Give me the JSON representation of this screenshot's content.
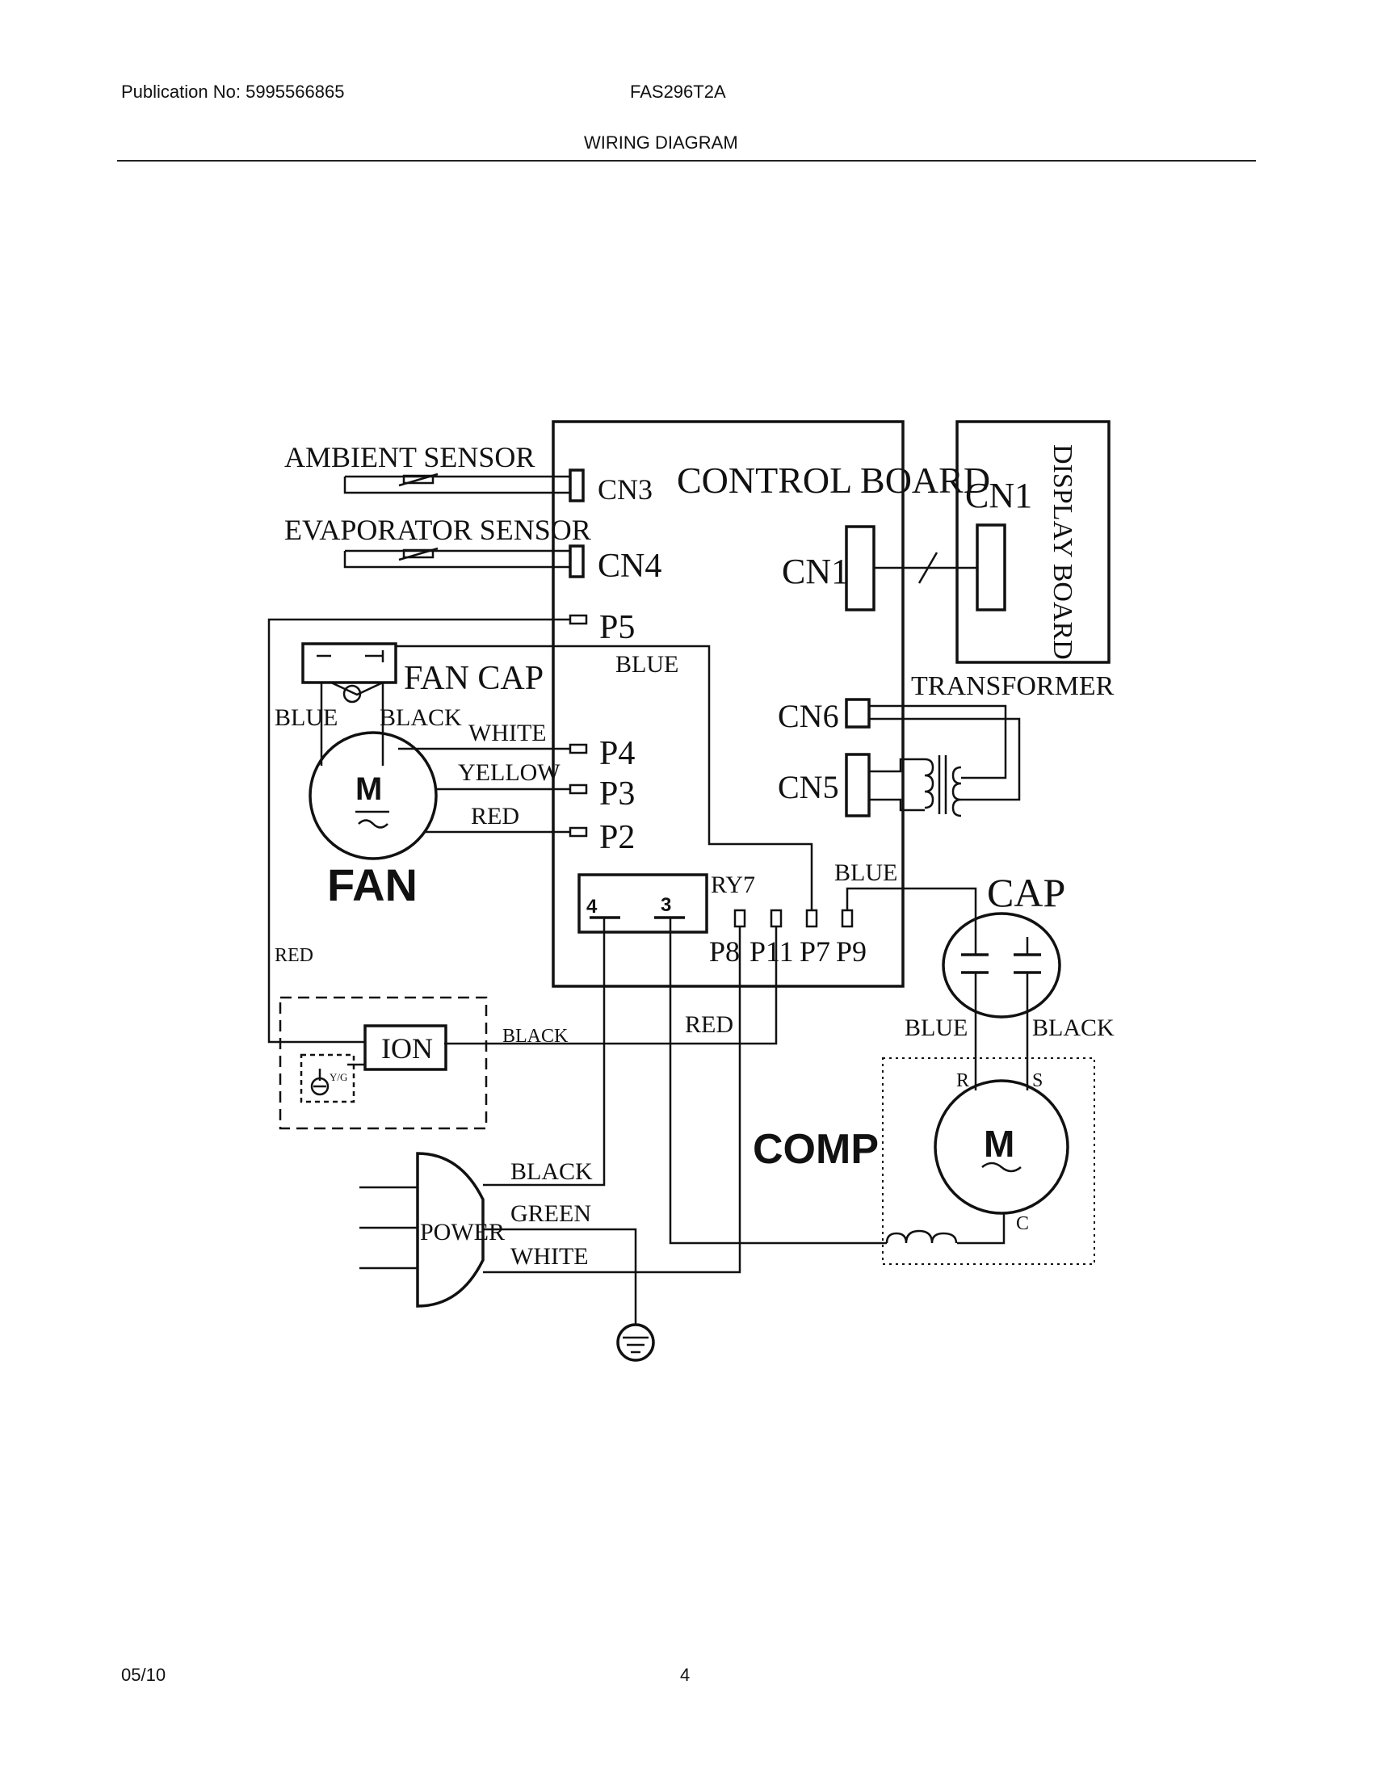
{
  "header": {
    "publication": "Publication No: 5995566865",
    "model": "FAS296T2A",
    "section_title": "WIRING DIAGRAM"
  },
  "footer": {
    "date": "05/10",
    "page_number": "4"
  },
  "diagram": {
    "control_board": "CONTROL BOARD",
    "display_board": "DISPLAY BOARD",
    "ambient_sensor": "AMBIENT SENSOR",
    "evaporator_sensor": "EVAPORATOR SENSOR",
    "connectors": {
      "cn3": "CN3",
      "cn4": "CN4",
      "cn1_board": "CN1",
      "cn1_display": "CN1",
      "cn6": "CN6",
      "cn5": "CN5",
      "p5": "P5",
      "p4": "P4",
      "p3": "P3",
      "p2": "P2",
      "p8": "P8",
      "p11": "P11",
      "p7": "P7",
      "p9": "P9",
      "ry7": "RY7",
      "relay_pin_4": "4",
      "relay_pin_3": "3"
    },
    "components": {
      "fan_cap": "FAN CAP",
      "fan": "FAN",
      "fan_motor": "M",
      "transformer": "TRANSFORMER",
      "cap": "CAP",
      "comp": "COMP",
      "comp_motor": "M",
      "ion": "ION",
      "yg": "Y/G",
      "power": "POWER"
    },
    "terminals": {
      "r": "R",
      "s": "S",
      "c": "C"
    },
    "wires": {
      "fan_blue": "BLUE",
      "fan_black": "BLACK",
      "white": "WHITE",
      "yellow": "YELLOW",
      "red_p2": "RED",
      "blue_p5": "BLUE",
      "blue_p9": "BLUE",
      "red_left": "RED",
      "ion_black": "BLACK",
      "red_relay": "RED",
      "cap_blue": "BLUE",
      "cap_black": "BLACK",
      "power_black": "BLACK",
      "power_green": "GREEN",
      "power_white": "WHITE"
    }
  }
}
